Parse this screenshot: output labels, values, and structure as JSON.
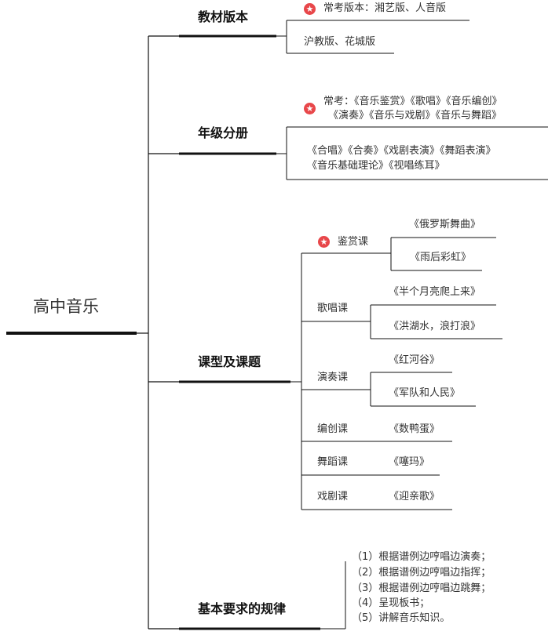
{
  "root": "高中音乐",
  "branches": {
    "edition": {
      "title": "教材版本",
      "items": [
        "常考版本：湘艺版、人音版",
        "沪教版、花城版"
      ]
    },
    "grade": {
      "title": "年级分册",
      "common_line1": "常考：《音乐鉴赏》《歌唱》《音乐编创》",
      "common_line2": "《演奏》《音乐与戏剧》《音乐与舞蹈》",
      "other_line1": "《合唱》《合奏》《戏剧表演》《舞蹈表演》",
      "other_line2": "《音乐基础理论》《视唱练耳》"
    },
    "lessons": {
      "title": "课型及课题",
      "types": [
        {
          "label": "鉴赏课",
          "songs": [
            "《俄罗斯舞曲》",
            "《雨后彩虹》"
          ]
        },
        {
          "label": "歌唱课",
          "songs": [
            "《半个月亮爬上来》",
            "《洪湖水，浪打浪》"
          ]
        },
        {
          "label": "演奏课",
          "songs": [
            "《红河谷》",
            "《军队和人民》"
          ]
        },
        {
          "label": "编创课",
          "songs": [
            "《数鸭蛋》"
          ]
        },
        {
          "label": "舞蹈课",
          "songs": [
            "《噻玛》"
          ]
        },
        {
          "label": "戏剧课",
          "songs": [
            "《迎亲歌》"
          ]
        }
      ]
    },
    "rules": {
      "title": "基本要求的规律",
      "items": [
        "（1）根据谱例边哼唱边演奏；",
        "（2）根据谱例边哼唱边指挥；",
        "（3）根据谱例边哼唱边跳舞；",
        "（4）呈现板书；",
        "（5）讲解音乐知识。"
      ]
    }
  },
  "colors": {
    "star": "#e8474a",
    "line": "#111111"
  },
  "icons": {
    "star": "star-icon"
  }
}
